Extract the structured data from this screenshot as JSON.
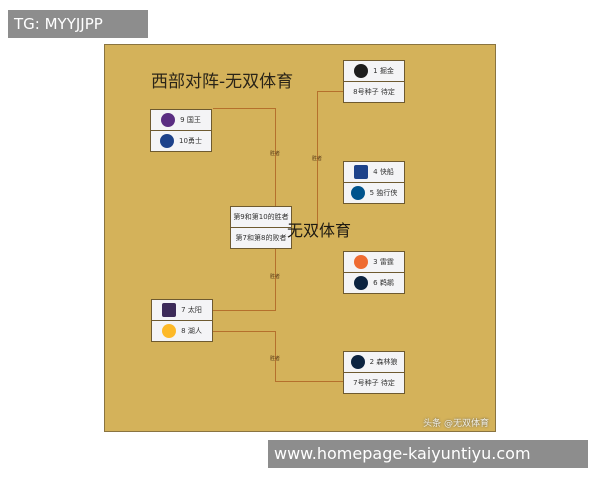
{
  "overlay_top": "TG: MYYJJPP",
  "overlay_bottom": "www.homepage-kaiyuntiyu.com",
  "bracket": {
    "title": "西部对阵-无双体育",
    "watermark": "无双体育",
    "credit": "头条 @无双体育",
    "line_label": "胜者",
    "matchups": [
      {
        "teams": [
          "9 国王",
          "10勇士"
        ],
        "logos": [
          "#5a2d82",
          "#1d428a"
        ]
      },
      {
        "teams": [
          "第9和第10的胜者",
          "第7和第8的败者"
        ]
      },
      {
        "teams": [
          "1 掘金",
          "8号种子 待定"
        ],
        "logos": [
          "#1d1d1d"
        ]
      },
      {
        "teams": [
          "4 快船",
          "5 独行侠"
        ],
        "logos": [
          "#1d428a",
          "#00538c"
        ]
      },
      {
        "teams": [
          "3 雷霆",
          "6 鹈鹕"
        ],
        "logos": [
          "#ef6b31",
          "#0c2340"
        ]
      },
      {
        "teams": [
          "7 太阳",
          "8 湖人"
        ],
        "logos": [
          "#3c2a58",
          "#fdb927"
        ]
      },
      {
        "teams": [
          "2 森林狼",
          "7号种子 待定"
        ],
        "logos": [
          "#0c2340"
        ]
      }
    ]
  }
}
